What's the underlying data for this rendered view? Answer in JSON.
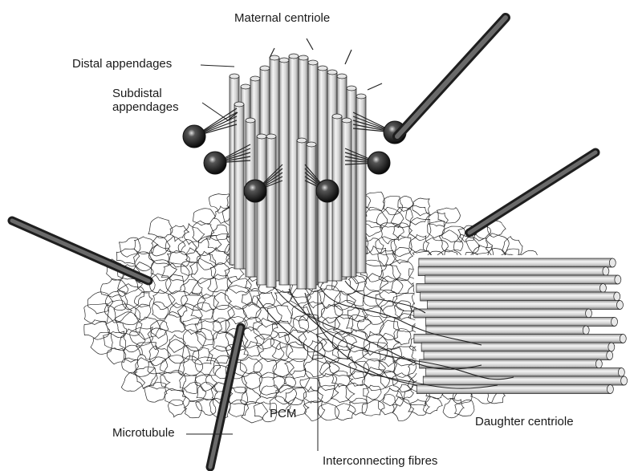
{
  "labels": {
    "maternal_centriole": "Maternal centriole",
    "distal_appendages": "Distal appendages",
    "subdistal_appendages": "Subdistal appendages",
    "microtubule": "Microtubule",
    "pcm": "PCM",
    "daughter_centriole": "Daughter centriole",
    "interconnecting_fibres": "Interconnecting fibres"
  },
  "colors": {
    "line": "#222222",
    "tube_light": "#f0f0f0",
    "tube_dark": "#8a8a8a",
    "microtubule": "#3a3a3a",
    "sphere": "#111111"
  }
}
